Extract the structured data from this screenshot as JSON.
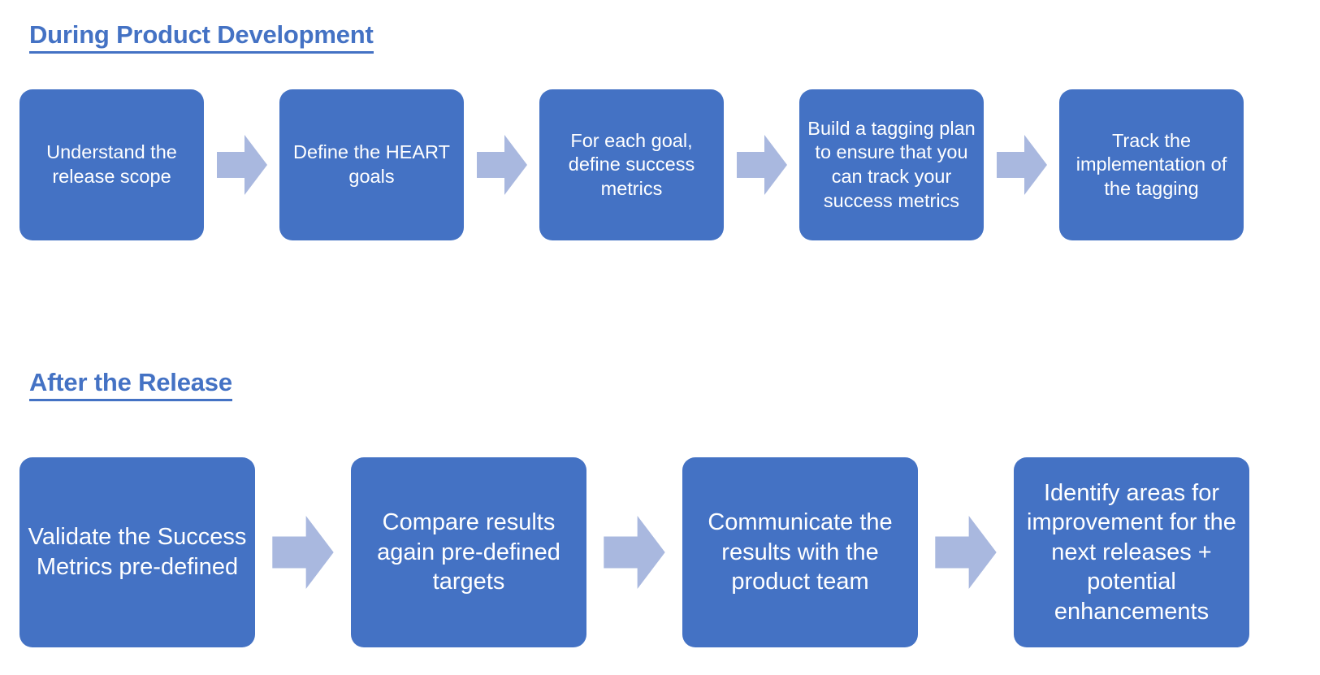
{
  "page": {
    "background_color": "#FFFFFF",
    "box_color": "#4472C4",
    "box_text_color": "#FFFFFF",
    "arrow_color": "#A9B8DF",
    "heading_color": "#4472C4"
  },
  "sections": [
    {
      "id": "during-product-development",
      "title": "During Product Development",
      "steps": [
        {
          "label": "Understand the release scope"
        },
        {
          "label": "Define the HEART goals"
        },
        {
          "label": "For each goal, define success metrics"
        },
        {
          "label": "Build a tagging plan to ensure that you can track your success metrics"
        },
        {
          "label": "Track the implementation of the tagging"
        }
      ]
    },
    {
      "id": "after-the-release",
      "title": "After the Release",
      "steps": [
        {
          "label": "Validate the Success Metrics pre-defined"
        },
        {
          "label": "Compare results again pre-defined targets"
        },
        {
          "label": "Communicate the results with the product team"
        },
        {
          "label": "Identify areas for improvement for the next releases + potential enhancements"
        }
      ]
    }
  ],
  "icons": {
    "arrow": "right-block-arrow-icon"
  }
}
